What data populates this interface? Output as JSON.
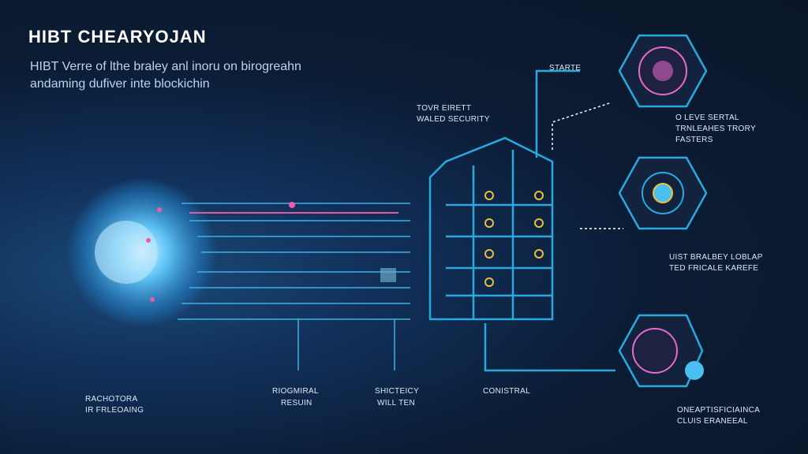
{
  "header": {
    "title": "HIBT CHEARYOJAN",
    "subtitle_line1": "HIBT Verre of lthe braley anl inoru on birogreahn",
    "subtitle_line2": "andaming dufiver inte blockichin"
  },
  "labels": {
    "starte": "STARTE",
    "security_line1": "TOVR EIRETT",
    "security_line2": "WALED SECURITY",
    "top_right_line1": "O LEVE SERTAL",
    "top_right_line2": "TRNLEAHES TRORY",
    "top_right_line3": "FASTERS",
    "mid_right_line1": "UIST BRALBEY LOBLAP",
    "mid_right_line2": "TED FRICALE KAREFE",
    "bottom_right_line1": "ONEAPTISFICIAINCA",
    "bottom_right_line2": "CLUIS ERANEEAL",
    "bottom_1_line1": "RACHOTORA",
    "bottom_1_line2": "IR FRLEOAING",
    "bottom_2_line1": "RIOGMIRAL",
    "bottom_2_line2": "RESUIN",
    "bottom_3_line1": "SHICTEICY",
    "bottom_3_line2": "WILL TEN",
    "bottom_4": "CONISTRAL"
  },
  "colors": {
    "accent": "#2aa8e0",
    "node": "#f05aa8",
    "gold": "#e8c040"
  }
}
